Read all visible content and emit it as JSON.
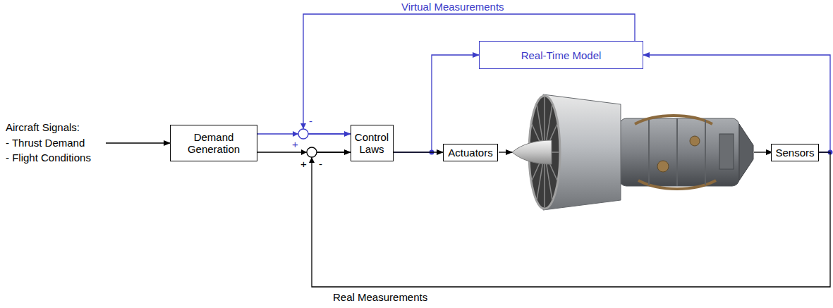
{
  "diagram": {
    "nodes": [
      {
        "text": [
          "Real-Time Model"
        ]
      },
      {
        "text": [
          "Demand Generation"
        ]
      },
      {
        "text": [
          "Control Laws"
        ]
      },
      {
        "text": [
          "Actuators"
        ]
      },
      {
        "text": [
          "Sensors"
        ]
      }
    ],
    "edges": [
      {
        "from": 1,
        "to": 2,
        "arrow": "to"
      },
      {
        "from": 1,
        "to": 2,
        "arrow": "to"
      },
      {
        "from": 2,
        "to": 3,
        "arrow": "to"
      },
      {
        "from": 2,
        "to": 0,
        "arrow": "to"
      },
      {
        "from": 4,
        "to": 0,
        "arrow": "to"
      },
      {
        "from": 4,
        "to": 2,
        "arrow": "to",
        "label": "Real Measurements"
      },
      {
        "from": 0,
        "to": 2,
        "arrow": "to",
        "label": "Virtual Measurements"
      }
    ],
    "labels": [
      "Aircraft Signals:",
      "- Thrust Demand",
      "- Flight Conditions",
      "-",
      "+",
      "+",
      "-"
    ]
  }
}
